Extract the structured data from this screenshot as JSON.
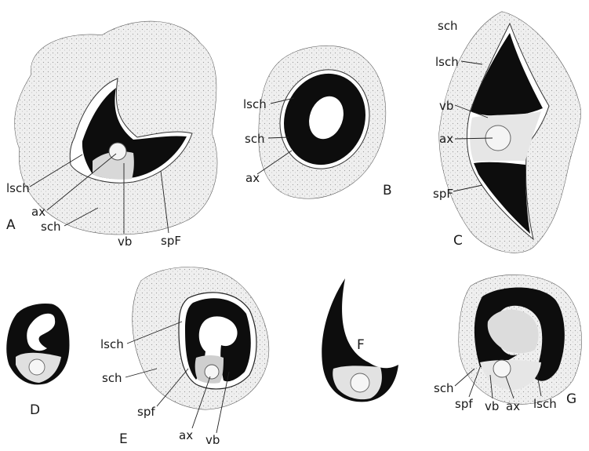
{
  "panels": {
    "A": {
      "label": "A",
      "callouts": [
        "lsch",
        "ax",
        "sch",
        "vb",
        "spF"
      ]
    },
    "B": {
      "label": "B",
      "callouts": [
        "lsch",
        "sch",
        "ax"
      ]
    },
    "C": {
      "label": "C",
      "callouts": [
        "sch",
        "lsch",
        "vb",
        "ax",
        "spF"
      ]
    },
    "D": {
      "label": "D"
    },
    "E": {
      "label": "E",
      "callouts": [
        "lsch",
        "sch",
        "spf",
        "ax",
        "vb"
      ]
    },
    "F": {
      "label": "F"
    },
    "G": {
      "label": "G",
      "callouts": [
        "sch",
        "spf",
        "vb",
        "ax",
        "lsch"
      ]
    }
  }
}
